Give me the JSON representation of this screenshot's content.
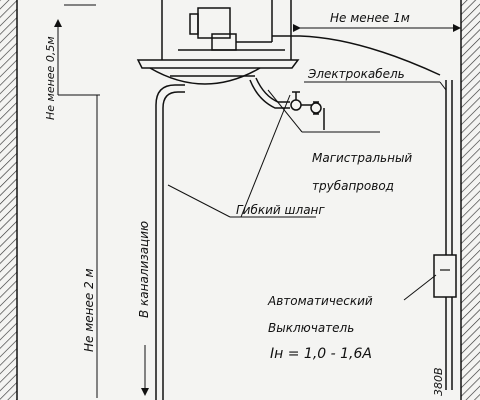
{
  "labels": {
    "dist_right": "Не менее 1м",
    "dist_top": "Не менее 0,5м",
    "dist_left": "Не менее 2 м",
    "drain": "В канализацию",
    "cable": "Электрокабель",
    "main_pipe_line1": "Магистральный",
    "main_pipe_line2": "трубапровод",
    "hose": "Гибкий шланг",
    "breaker_line1": "Автоматический",
    "breaker_line2": "Выключатель",
    "current": "Iн = 1,0 - 1,6А",
    "voltage": "380В"
  }
}
